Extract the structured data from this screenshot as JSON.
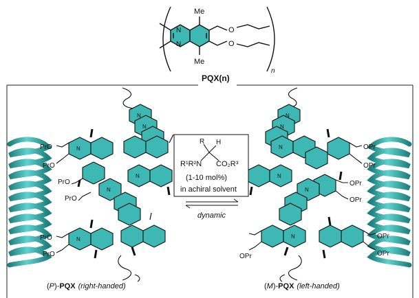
{
  "monomer": {
    "methyl_top": "Me",
    "methyl_bottom": "Me",
    "n_atom_1": "N",
    "n_atom_2": "N",
    "o_atom_1": "O",
    "o_atom_2": "O",
    "subscript_n": "n",
    "polymer_label": "PQX(n)"
  },
  "left_helix": {
    "label_prefix": "(",
    "label_chirality": "P",
    "label_mid": ")-",
    "label_name": "PQX",
    "label_handedness": "(right-handed)",
    "side_groups": [
      "PrO",
      "PrO",
      "PrO",
      "PrO",
      "PrO",
      "PrO"
    ],
    "n_labels": [
      "N",
      "N",
      "N",
      "N",
      "N",
      "N"
    ]
  },
  "right_helix": {
    "label_prefix": "(",
    "label_chirality": "M",
    "label_mid": ")-",
    "label_name": "PQX",
    "label_handedness": "(left-handed)",
    "side_groups": [
      "OPr",
      "OPr",
      "OPr",
      "OPr",
      "OPr",
      "OPr",
      "OPr"
    ],
    "n_labels": [
      "N",
      "N",
      "N",
      "N",
      "N",
      "N"
    ]
  },
  "catalyst_box": {
    "r_group": "R",
    "h_atom": "H",
    "amine": "R¹R²N",
    "ester": "CO₂R³",
    "loading": "(1-10 mol%)",
    "solvent": "in achiral solvent"
  },
  "equilibrium": {
    "label": "dynamic"
  },
  "colors": {
    "ring_fill": "#3eb8b4",
    "helix_teal": "#3aa9a5",
    "frame": "#222222"
  }
}
